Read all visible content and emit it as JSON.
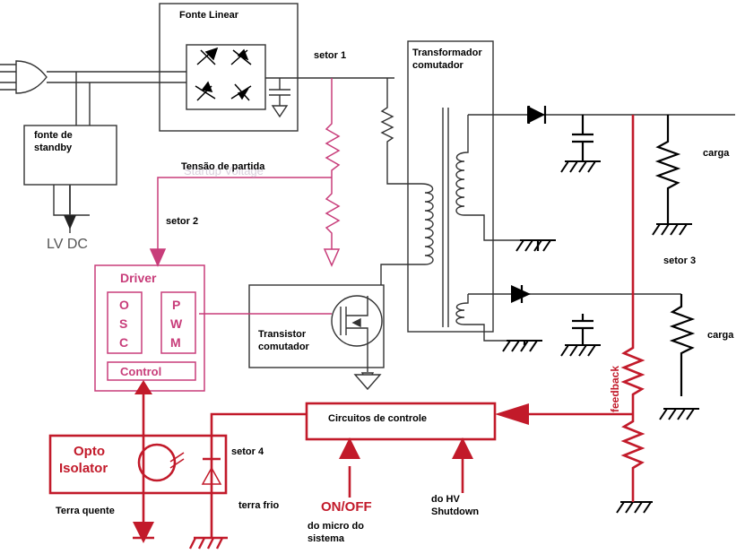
{
  "labels": {
    "fonte_linear": "Fonte Linear",
    "setor_1": "setor 1",
    "transformador_1": "Transformador",
    "transformador_2": "comutador",
    "fonte_standby_1": "fonte de",
    "fonte_standby_2": "standby",
    "tensao_partida": "Tensão de partida",
    "setor_2": "setor 2",
    "lv_dc": "LV DC",
    "driver": "Driver",
    "osc": [
      "O",
      "S",
      "C"
    ],
    "pwm": [
      "P",
      "W",
      "M"
    ],
    "control": "Control",
    "transistor_1": "Transistor",
    "transistor_2": "comutador",
    "carga_1": "carga",
    "carga_2": "carga",
    "setor_3": "setor 3",
    "feedback": "feedback",
    "circuitos_controle": "Circuitos de controle",
    "opto_1": "Opto",
    "opto_2": "Isolator",
    "setor_4": "setor 4",
    "terra_quente": "Terra quente",
    "terra_frio": "terra frio",
    "on_off": "ON/OFF",
    "micro_1": "do micro do",
    "micro_2": "sistema",
    "hv_1": "do HV",
    "hv_2": "Shutdown"
  },
  "colors": {
    "black": "#000000",
    "red": "#c21a2a",
    "pink": "#c83d7a",
    "gray": "#555555"
  }
}
